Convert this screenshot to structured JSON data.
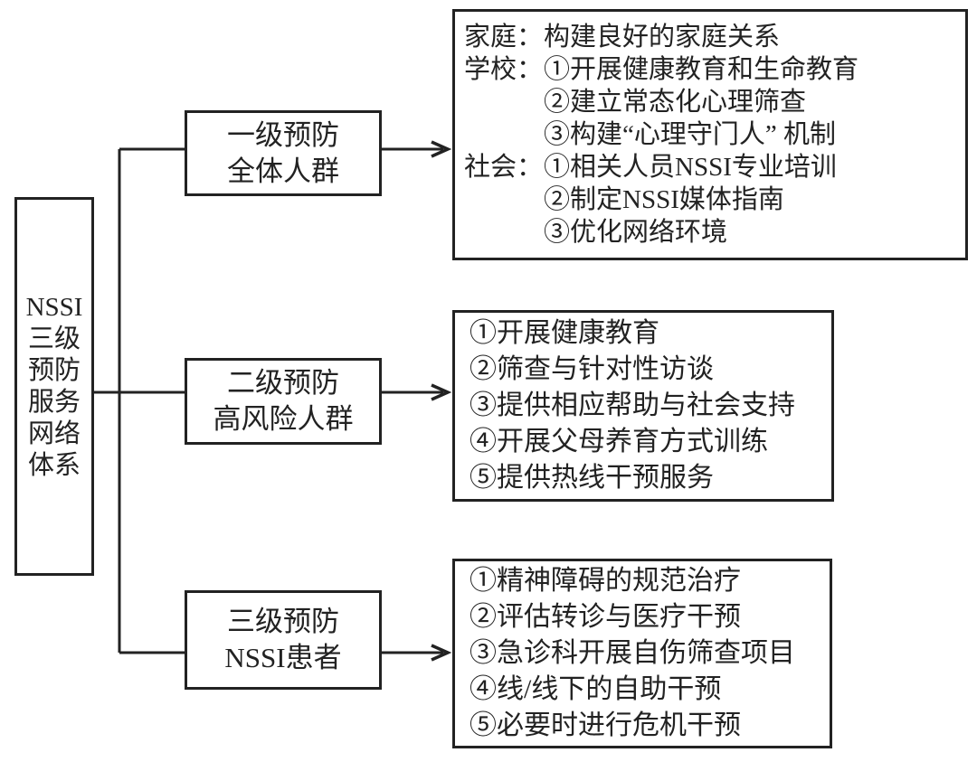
{
  "colors": {
    "ink": "#222222",
    "background": "#ffffff"
  },
  "root_box": {
    "lines": [
      "NSSI",
      "三级",
      "预防",
      "服务",
      "网络",
      "体系"
    ]
  },
  "level_boxes": [
    {
      "title": "一级预防",
      "subtitle": "全体人群"
    },
    {
      "title": "二级预防",
      "subtitle": "高风险人群"
    },
    {
      "title": "三级预防",
      "subtitle": "NSSI患者"
    }
  ],
  "detail_boxes": [
    {
      "rows": [
        {
          "label": "家庭：",
          "text": "构建良好的家庭关系"
        },
        {
          "label": "学校：",
          "text": "①开展健康教育和生命教育"
        },
        {
          "label": "",
          "text": "②建立常态化心理筛查"
        },
        {
          "label": "",
          "text": "③构建“心理守门人” 机制"
        },
        {
          "label": "社会：",
          "text": "①相关人员NSSI专业培训"
        },
        {
          "label": "",
          "text": "②制定NSSI媒体指南"
        },
        {
          "label": "",
          "text": "③优化网络环境"
        }
      ]
    },
    {
      "items": [
        "①开展健康教育",
        "②筛查与针对性访谈",
        "③提供相应帮助与社会支持",
        "④开展父母养育方式训练",
        "⑤提供热线干预服务"
      ]
    },
    {
      "items": [
        "①精神障碍的规范治疗",
        "②评估转诊与医疗干预",
        "③急诊科开展自伤筛查项目",
        "④线/线下的自助干预",
        "⑤必要时进行危机干预"
      ]
    }
  ]
}
